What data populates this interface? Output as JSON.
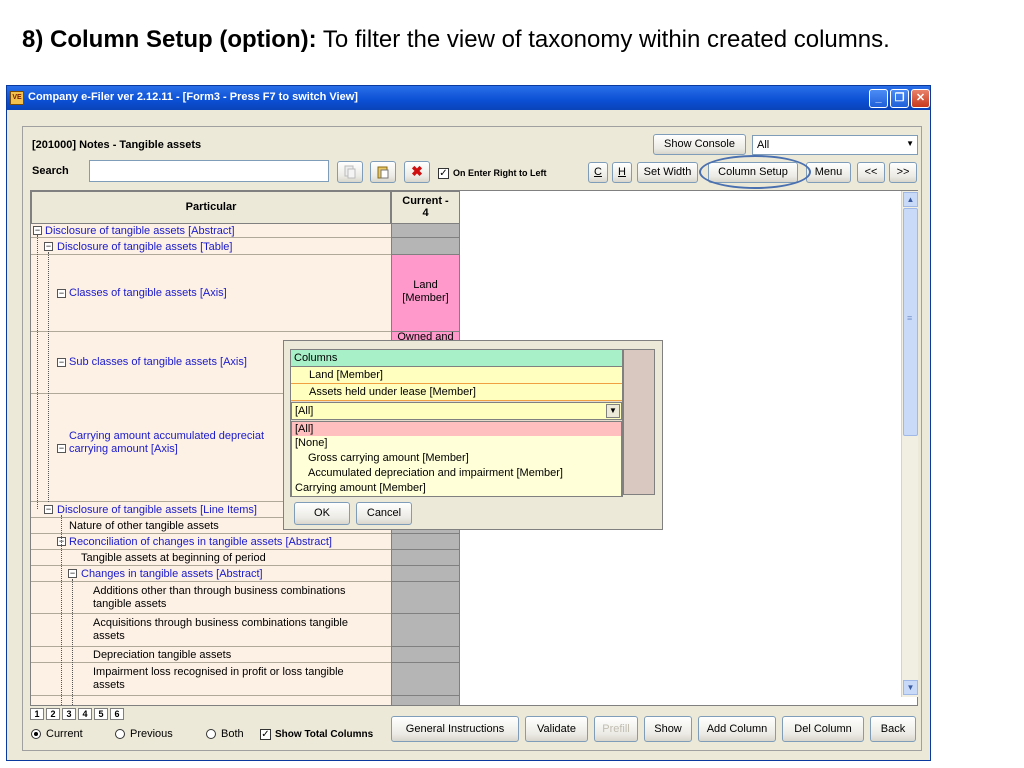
{
  "slide": {
    "title_bold": "8) Column Setup (option):",
    "title_rest": " To filter the view of taxonomy within created columns."
  },
  "window": {
    "title": "Company e-Filer ver 2.12.11 - [Form3 - Press F7 to switch View]",
    "icon_text": "VE",
    "minimize": "_",
    "maximize": "❐",
    "close": "✕"
  },
  "header": {
    "form_title": "[201000] Notes - Tangible assets",
    "search_label": "Search",
    "search_value": "",
    "delete_icon": "✖",
    "on_enter_label": "On Enter Right to Left",
    "on_enter_checked": "✓"
  },
  "toolbar": {
    "show_console": "Show Console",
    "filter_value": "All",
    "c": "C",
    "h": "H",
    "set_width": "Set Width",
    "column_setup": "Column Setup",
    "menu": "Menu",
    "prev": "<<",
    "next": ">>"
  },
  "grid": {
    "col_particular": "Particular",
    "col_current": "Current -\n4",
    "rows": [
      {
        "label": "Disclosure of tangible assets [Abstract]"
      },
      {
        "label": "Disclosure of tangible assets [Table]"
      },
      {
        "label": "Classes of tangible assets [Axis]",
        "value": "Land\n[Member]"
      },
      {
        "label": "Sub classes of tangible assets [Axis]",
        "value": "Owned and"
      },
      {
        "label": "Carrying amount accumulated depreciat\ncarrying amount [Axis]"
      },
      {
        "label": "Disclosure of tangible assets [Line Items]"
      },
      {
        "label": "Nature of other tangible assets"
      },
      {
        "label": "Reconciliation of changes in tangible assets [Abstract]"
      },
      {
        "label": "Tangible assets at beginning of period"
      },
      {
        "label": "Changes in tangible assets [Abstract]"
      },
      {
        "label": "Additions other than through business combinations\ntangible assets"
      },
      {
        "label": "Acquisitions through business combinations tangible\nassets"
      },
      {
        "label": "Depreciation tangible assets"
      },
      {
        "label": "Impairment loss recognised in profit or loss tangible\nassets"
      }
    ],
    "expander": "⊟"
  },
  "popup": {
    "columns_header": "Columns",
    "column_items": [
      "Land [Member]",
      "Assets held under lease [Member]"
    ],
    "combo_value": "[All]",
    "list_items": [
      "[All]",
      "[None]",
      "Gross carrying amount [Member]",
      "Accumulated depreciation and impairment [Member]",
      "Carrying amount [Member]"
    ],
    "ok": "OK",
    "cancel": "Cancel"
  },
  "footer": {
    "pages": [
      "1",
      "2",
      "3",
      "4",
      "5",
      "6"
    ],
    "radio_current": "Current",
    "radio_previous": "Previous",
    "radio_both": "Both",
    "show_total_columns": "Show Total Columns",
    "show_total_checked": "✓",
    "general_instructions": "General Instructions",
    "validate": "Validate",
    "prefill": "Prefill",
    "show": "Show",
    "add_column": "Add Column",
    "del_column": "Del Column",
    "back": "Back"
  },
  "scroll": {
    "up": "▲",
    "down": "▼",
    "grip": "≡"
  },
  "colors": {
    "accent": "#0b4fd4",
    "highlight": "#ff99cc",
    "popup_selected": "#ffbfbf"
  }
}
